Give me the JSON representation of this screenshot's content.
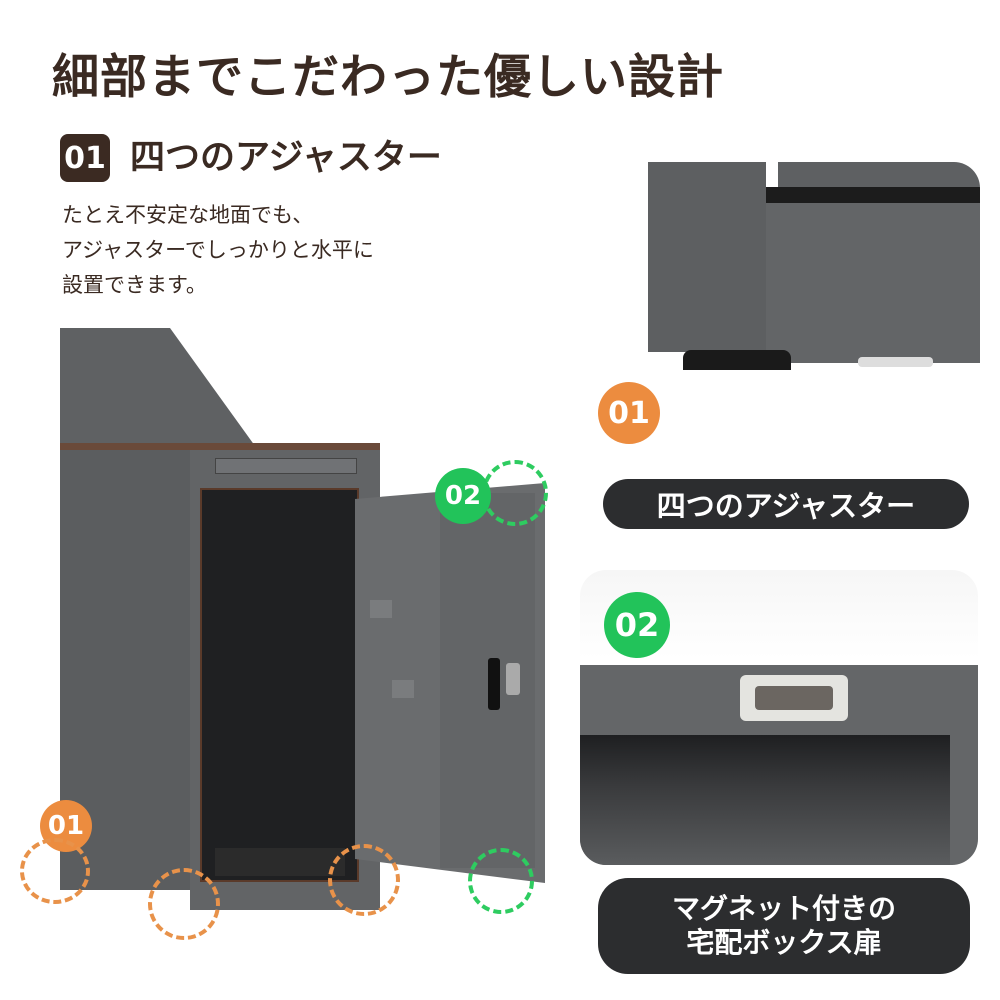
{
  "header": {
    "title": "細部までこだわった優しい設計"
  },
  "section": {
    "badge": "01",
    "title": "四つのアジャスター",
    "description": [
      "たとえ不安定な地面でも、",
      "アジャスターでしっかりと水平に",
      "設置できます。"
    ]
  },
  "product_markers": {
    "marker_01": "01",
    "marker_02": "02"
  },
  "details": [
    {
      "badge": "01",
      "badge_color": "#ec8c3f",
      "caption": "四つのアジャスター"
    },
    {
      "badge": "02",
      "badge_color": "#22c35a",
      "caption_lines": [
        "マグネット付きの",
        "宅配ボックス扉"
      ]
    }
  ],
  "colors": {
    "title_brown": "#3a2a22",
    "orange": "#ec8c3f",
    "green": "#22c35a",
    "pill_dark": "#2c2d2f",
    "metal_gray": "#636567"
  }
}
